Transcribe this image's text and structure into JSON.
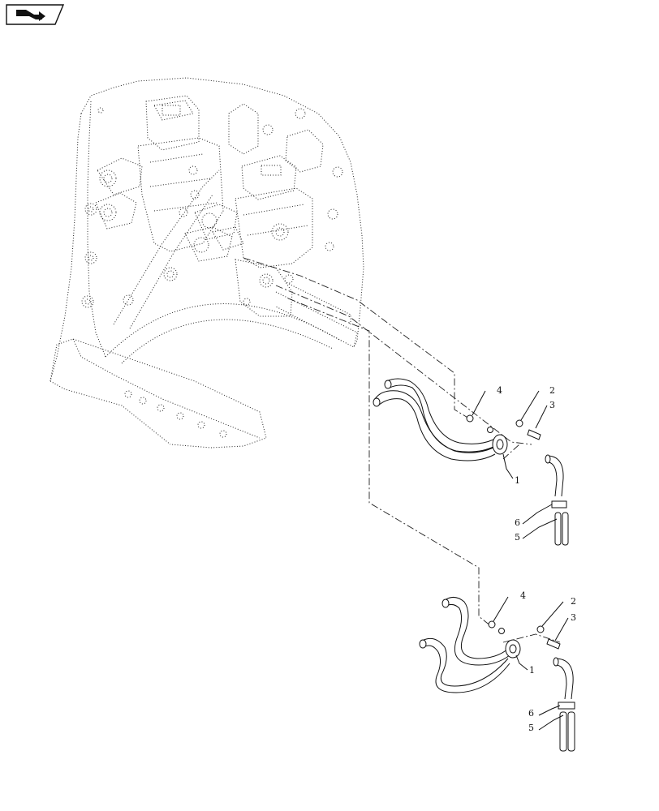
{
  "nav_icon": "return-arrow-icon",
  "callouts": {
    "upper": [
      "1",
      "2",
      "3",
      "4",
      "5",
      "6"
    ],
    "lower": [
      "1",
      "2",
      "3",
      "4",
      "5",
      "6"
    ]
  },
  "colors": {
    "ink": "#111111",
    "background": "#ffffff"
  }
}
